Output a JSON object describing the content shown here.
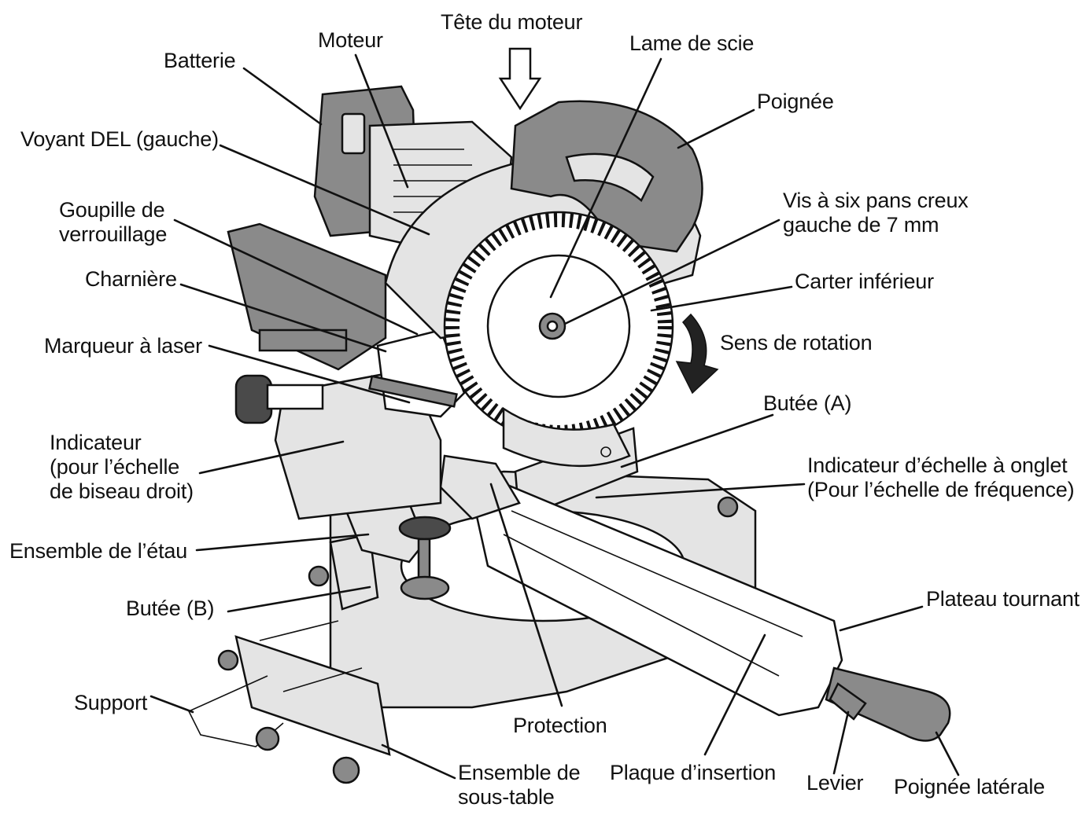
{
  "colors": {
    "ink": "#111111",
    "housing": "#8a8a8a",
    "light": "#e4e4e4",
    "background": "#ffffff"
  },
  "labels": {
    "tete_moteur": "Tête du moteur",
    "moteur": "Moteur",
    "batterie": "Batterie",
    "lame": "Lame de scie",
    "poignee": "Poignée",
    "voyant": "Voyant DEL (gauche)",
    "vis_1": "Vis à six pans creux",
    "vis_2": "gauche de 7 mm",
    "goupille_1": "Goupille de",
    "goupille_2": "verrouillage",
    "carter": "Carter inférieur",
    "charniere": "Charnière",
    "sens": "Sens de rotation",
    "laser": "Marqueur à laser",
    "butee_a": "Butée (A)",
    "indicateur_1": "Indicateur",
    "indicateur_2": "(pour l’échelle",
    "indicateur_3": "de biseau droit)",
    "onglet_1": "Indicateur d’échelle à onglet",
    "onglet_2": "(Pour l’échelle de fréquence)",
    "etau": "Ensemble de l’étau",
    "butee_b": "Butée (B)",
    "plateau": "Plateau tournant",
    "support": "Support",
    "protection": "Protection",
    "sous_table_1": "Ensemble de",
    "sous_table_2": "sous-table",
    "plaque": "Plaque d’insertion",
    "levier": "Levier",
    "poignee_laterale": "Poignée latérale"
  }
}
